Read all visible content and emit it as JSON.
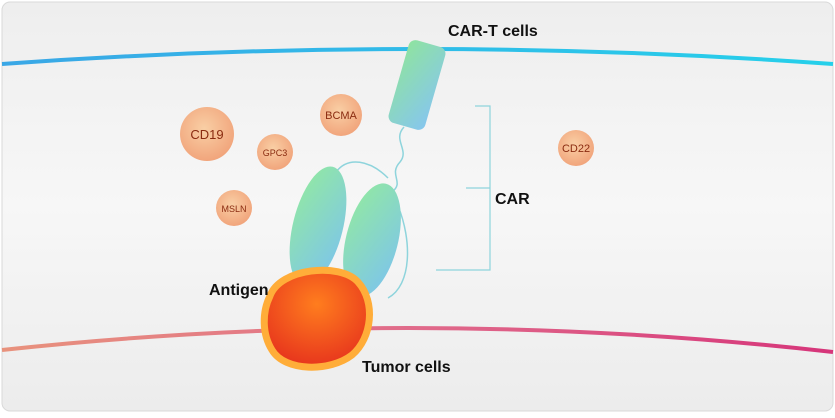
{
  "labels": {
    "car_t_cells": "CAR-T cells",
    "car": "CAR",
    "antigen": "Antigen",
    "tumor_cells": "Tumor cells"
  },
  "antigens": [
    "CD19",
    "GPC3",
    "BCMA",
    "MSLN",
    "CD22"
  ],
  "colors": {
    "car_t_membrane": "#2bb3ea",
    "tumor_membrane_start": "#e8927d",
    "tumor_membrane_end": "#d6357a",
    "receptor_green": "#8fe3a8",
    "receptor_blue": "#7fc9ea",
    "antigen_bubble": "#f3b48a",
    "tumor_core": "#ef4a1b",
    "tumor_rim": "#ffb13a"
  }
}
